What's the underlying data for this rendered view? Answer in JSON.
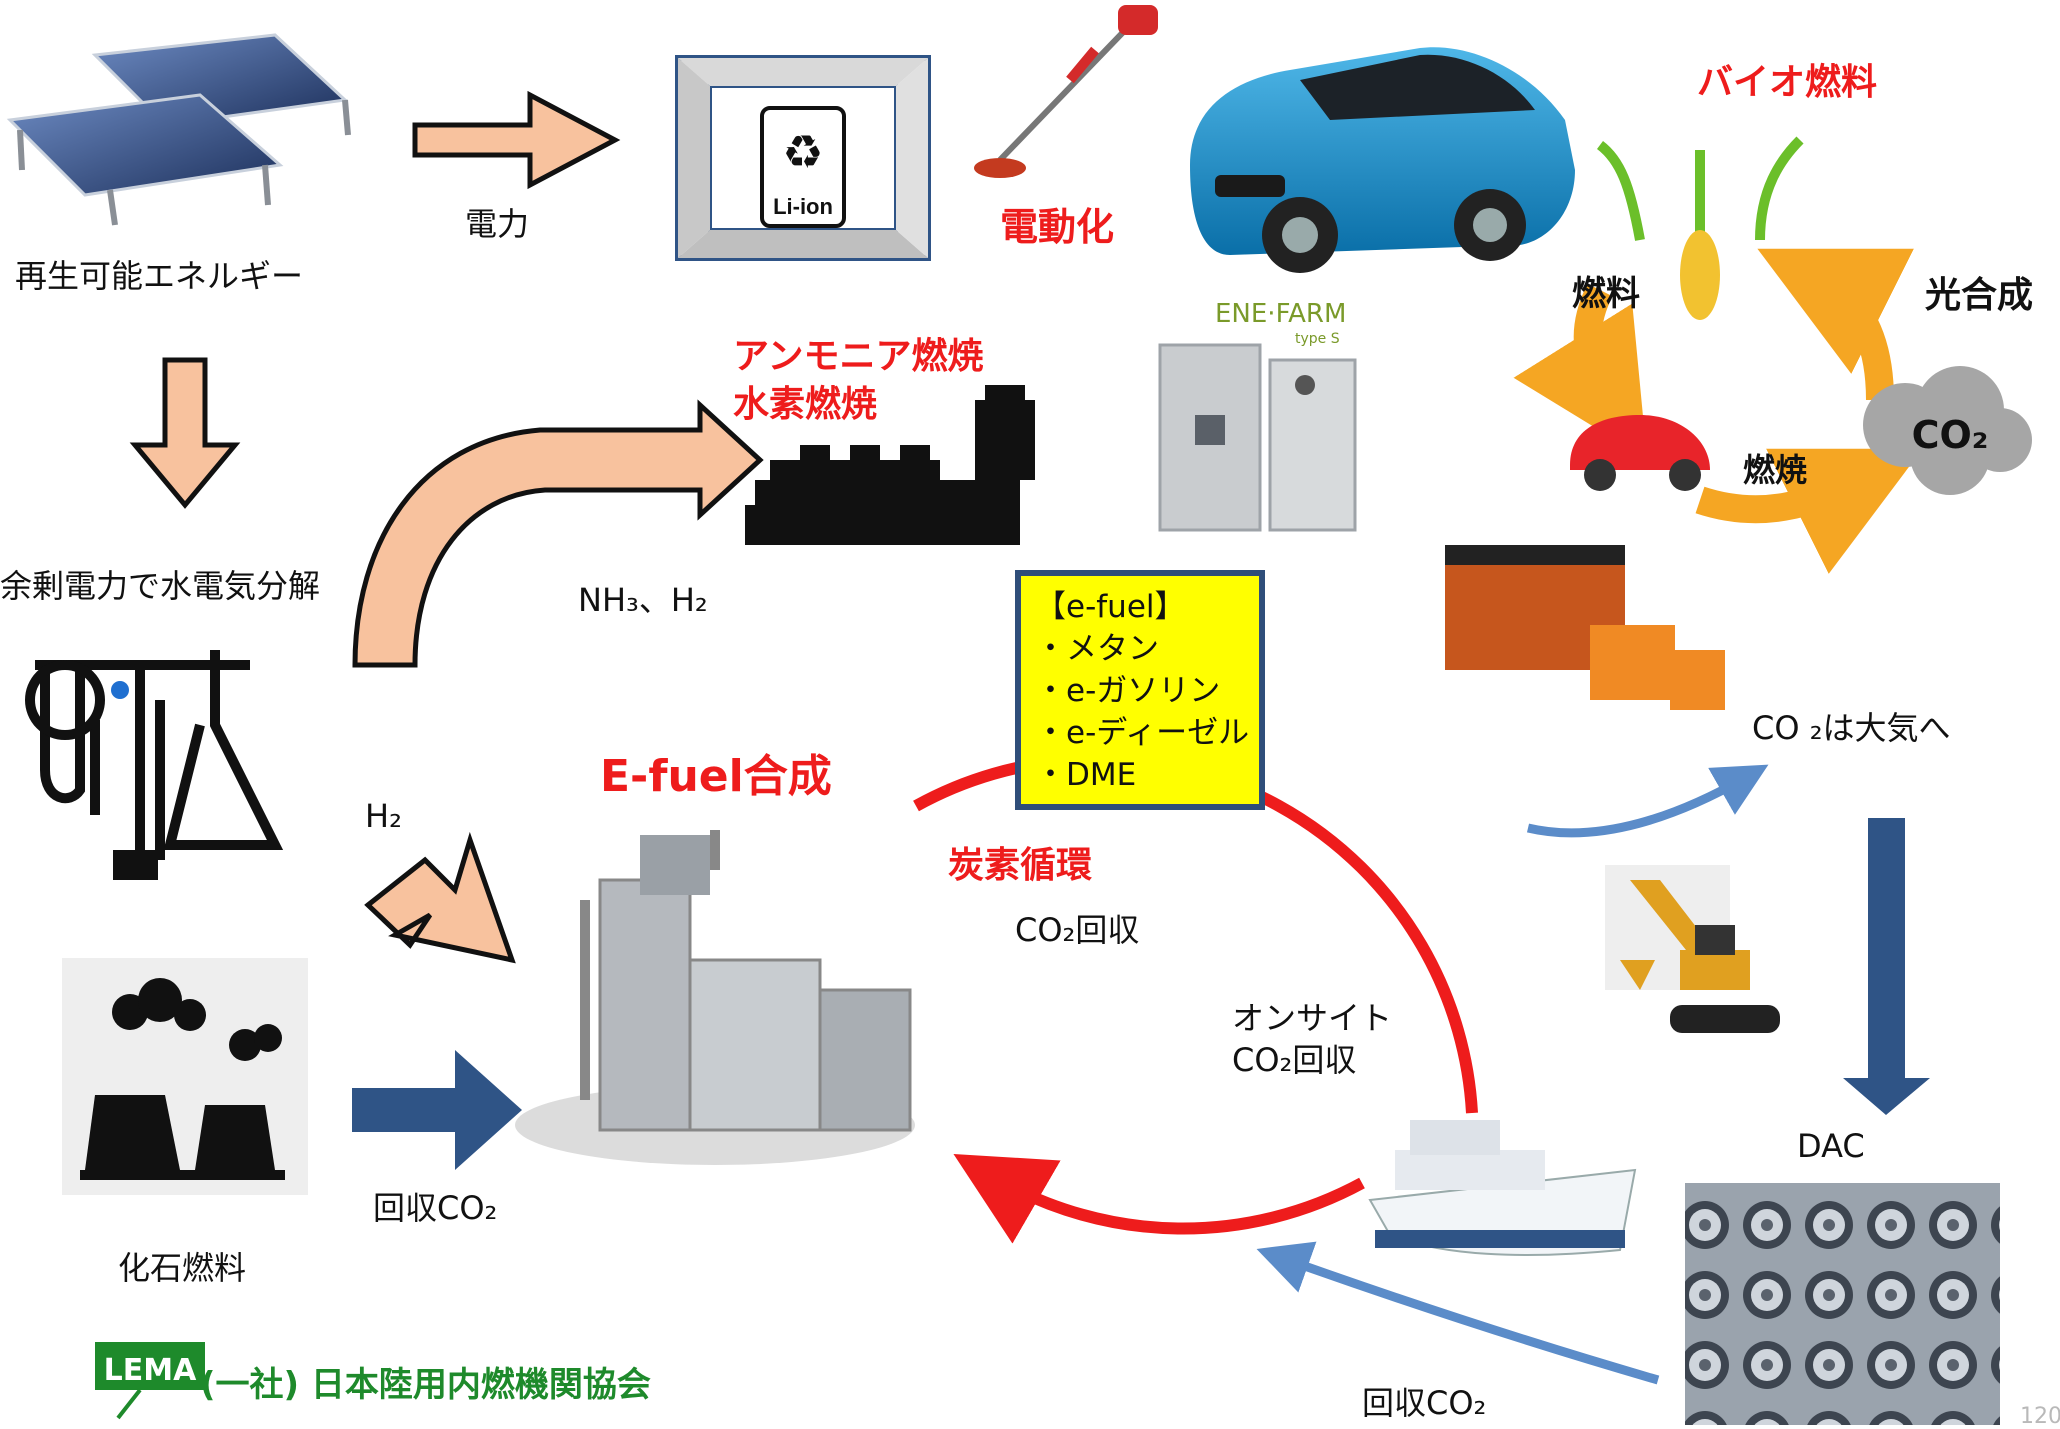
{
  "labels": {
    "renewable": "再生可能エネルギー",
    "power": "電力",
    "electrification": "電動化",
    "surplus_electrolysis": "余剰電力で水電気分解",
    "ammonia_combustion": "アンモニア燃焼",
    "hydrogen_combustion": "水素燃焼",
    "nh3_h2": "NH₃、H₂",
    "h2": "H₂",
    "efuel_synthesis": "E-fuel合成",
    "carbon_cycle": "炭素循環",
    "co2_capture": "CO₂回収",
    "onsite": "オンサイト",
    "onsite_capture": "CO₂回収",
    "recovered_co2_left": "回収CO₂",
    "recovered_co2_bottom": "回収CO₂",
    "fossil_fuel": "化石燃料",
    "co2_to_air": "CO ₂は大気へ",
    "dac": "DAC",
    "biofuel": "バイオ燃料",
    "photosynthesis": "光合成",
    "combustion": "燃焼",
    "fuel": "燃料",
    "co2_cloud": "CO₂",
    "li_ion": "Li-ion",
    "enefarm": "ENE·FARM",
    "enefarm_type": "type S"
  },
  "efuel_box": {
    "title": "【e-fuel】",
    "items": [
      "・メタン",
      "・e-ガソリン",
      "・e-ディーゼル",
      "・DME"
    ]
  },
  "footer": {
    "logo": "LEMA",
    "org": "(一社) 日本陸用内燃機関協会",
    "page": "120"
  },
  "colors": {
    "red": "#ee1c1c",
    "peach": "#f8c29e",
    "navy": "#2f5486",
    "light_blue": "#5b8cc9",
    "orange": "#f5a623",
    "yellow": "#ffff00",
    "green": "#1e8a2b"
  }
}
